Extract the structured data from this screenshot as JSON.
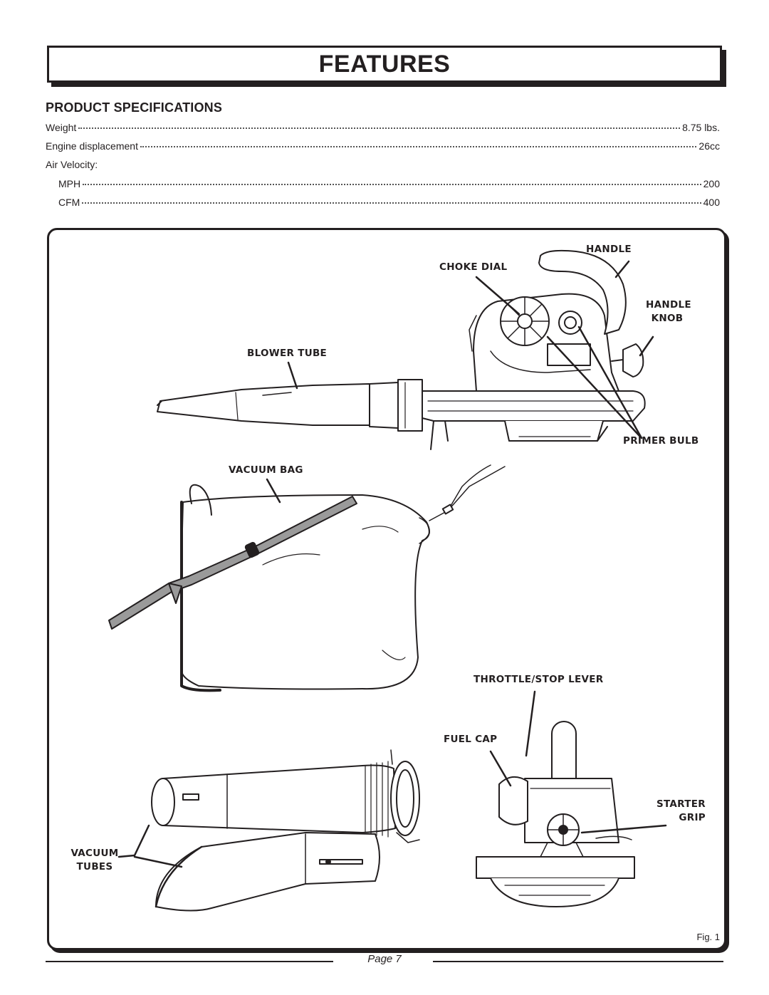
{
  "header": {
    "title": "FEATURES"
  },
  "specs": {
    "heading": "PRODUCT SPECIFICATIONS",
    "weight": {
      "label": "Weight",
      "value": "8.75 lbs."
    },
    "displacement": {
      "label": "Engine displacement",
      "value": "26cc"
    },
    "air_velocity_label": "Air Velocity:",
    "mph": {
      "label": "MPH",
      "value": "200"
    },
    "cfm": {
      "label": "CFM",
      "value": "400"
    }
  },
  "figure": {
    "callouts": {
      "handle": "HANDLE",
      "choke_dial": "CHOKE DIAL",
      "handle_knob_1": "HANDLE",
      "handle_knob_2": "KNOB",
      "blower_tube": "BLOWER TUBE",
      "primer_bulb": "PRIMER BULB",
      "vacuum_bag": "VACUUM BAG",
      "throttle": "THROTTLE/STOP LEVER",
      "fuel_cap": "FUEL CAP",
      "starter_1": "STARTER",
      "starter_2": "GRIP",
      "vacuum_tubes_1": "VACUUM",
      "vacuum_tubes_2": "TUBES"
    },
    "caption": "Fig. 1"
  },
  "footer": {
    "page": "Page 7"
  }
}
